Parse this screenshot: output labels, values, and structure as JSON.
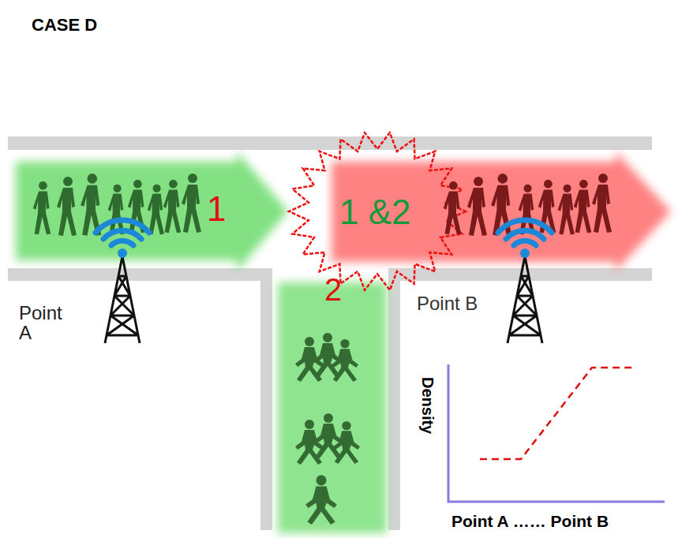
{
  "diagram": {
    "title": "CASE D",
    "labels": [
      "1",
      "1 &2",
      "2",
      "Point A",
      "Point B",
      "Density",
      "Point A …… Point B"
    ]
  }
}
